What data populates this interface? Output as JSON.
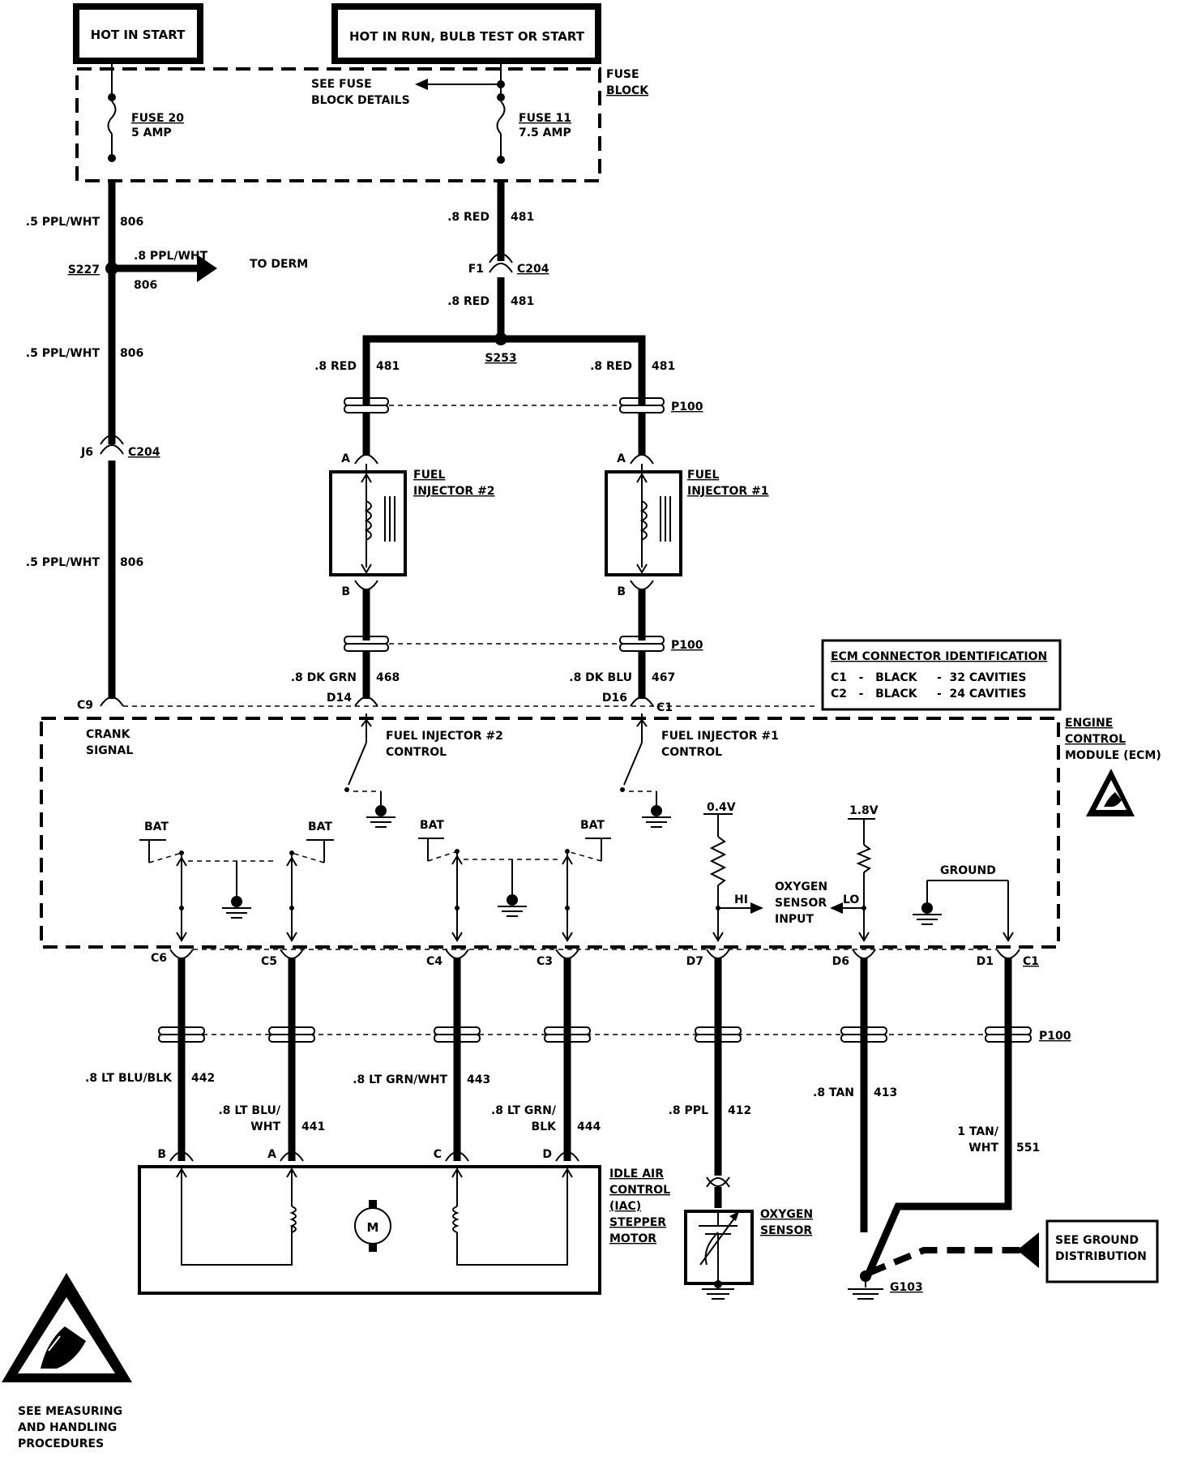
{
  "power": {
    "hot_in_start": "HOT IN START",
    "hot_in_run": "HOT IN RUN, BULB TEST OR START"
  },
  "fuse_block": {
    "label_line1": "FUSE",
    "label_line2": "BLOCK",
    "see_details_line1": "SEE FUSE",
    "see_details_line2": "BLOCK DETAILS",
    "fuse20_name": "FUSE 20",
    "fuse20_amp": "5 AMP",
    "fuse11_name": "FUSE 11",
    "fuse11_amp": "7.5 AMP"
  },
  "left_circuit": {
    "wire_color": ".5 PPL/WHT",
    "circuit": "806",
    "splice": "S227",
    "derm_wire": ".8 PPL/WHT",
    "derm_circuit": "806",
    "to_derm": "TO DERM",
    "j6": "J6",
    "c204": "C204"
  },
  "injector_feed": {
    "wire_color": ".8 RED",
    "circuit": "481",
    "f1": "F1",
    "c204": "C204",
    "splice": "S253"
  },
  "injectors": {
    "p100": "P100",
    "pin_a": "A",
    "pin_b": "B",
    "inj2_line1": "FUEL",
    "inj2_line2": "INJECTOR #2",
    "inj1_line1": "FUEL",
    "inj1_line2": "INJECTOR #1",
    "inj2_out_wire": ".8 DK GRN",
    "inj2_out_circuit": "468",
    "inj1_out_wire": ".8 DK BLU",
    "inj1_out_circuit": "467"
  },
  "ecm_id": {
    "title": "ECM CONNECTOR IDENTIFICATION",
    "row1": "C1   -   BLACK     -  32 CAVITIES",
    "row2": "C2   -   BLACK     -  24 CAVITIES"
  },
  "ecm": {
    "label_line1": "ENGINE",
    "label_line2": "CONTROL",
    "label_line3": "MODULE (ECM)",
    "c9": "C9",
    "d14": "D14",
    "d16": "D16",
    "c1": "C1",
    "crank_line1": "CRANK",
    "crank_line2": "SIGNAL",
    "inj2_ctrl_line1": "FUEL INJECTOR #2",
    "inj2_ctrl_line2": "CONTROL",
    "inj1_ctrl_line1": "FUEL INJECTOR #1",
    "inj1_ctrl_line2": "CONTROL",
    "bat": "BAT",
    "v04": "0.4V",
    "v18": "1.8V",
    "hi": "HI",
    "lo": "LO",
    "o2_input_line1": "OXYGEN",
    "o2_input_line2": "SENSOR",
    "o2_input_line3": "INPUT",
    "ground": "GROUND",
    "pin_c6": "C6",
    "pin_c5": "C5",
    "pin_c4": "C4",
    "pin_c3": "C3",
    "pin_d7": "D7",
    "pin_d6": "D6",
    "pin_d1": "D1",
    "pin_c1": "C1"
  },
  "bottom_wires": {
    "p100": "P100",
    "w442_color": ".8 LT BLU/BLK",
    "w442": "442",
    "w441_color1": ".8 LT BLU/",
    "w441_color2": "WHT",
    "w441": "441",
    "w443_color": ".8 LT GRN/WHT",
    "w443": "443",
    "w444_color1": ".8 LT GRN/",
    "w444_color2": "BLK",
    "w444": "444",
    "w412_color": ".8 PPL",
    "w412": "412",
    "w413_color": ".8 TAN",
    "w413": "413",
    "w551_color1": "1 TAN/",
    "w551_color2": "WHT",
    "w551": "551"
  },
  "iac": {
    "pin_b": "B",
    "pin_a": "A",
    "pin_c": "C",
    "pin_d": "D",
    "motor": "M",
    "label_line1": "IDLE AIR",
    "label_line2": "CONTROL",
    "label_line3": "(IAC)",
    "label_line4": "STEPPER",
    "label_line5": "MOTOR"
  },
  "o2_sensor": {
    "label_line1": "OXYGEN",
    "label_line2": "SENSOR"
  },
  "ground_dist": {
    "line1": "SEE GROUND",
    "line2": "DISTRIBUTION",
    "g103": "G103"
  },
  "esd": {
    "line1": "SEE MEASURING",
    "line2": "AND HANDLING",
    "line3": "PROCEDURES"
  }
}
